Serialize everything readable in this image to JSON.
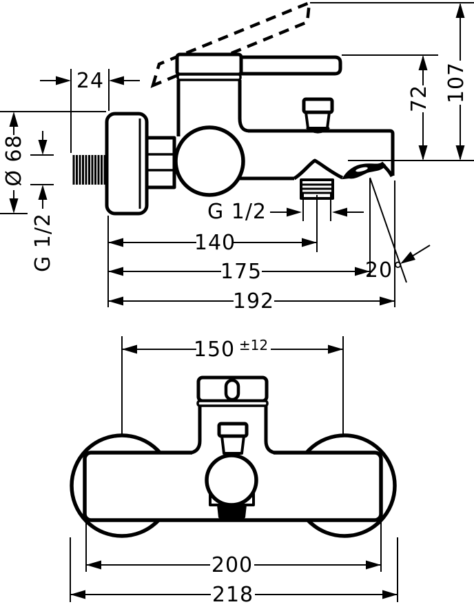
{
  "page": {
    "background": "#ffffff",
    "line_color": "#000000"
  },
  "views": {
    "side": {
      "dims": {
        "protrusion": "24",
        "lever_height": "72",
        "total_height": "107",
        "escutcheon_diameter": "Ø 68",
        "inlet_thread": "G 1/2",
        "outlet_thread": "G 1/2",
        "wall_to_outlet": "140",
        "wall_to_spout_tip": "175",
        "total_depth": "192",
        "spout_angle": "20°"
      }
    },
    "front": {
      "dims": {
        "connection_centers": "150",
        "connection_tolerance": "±12",
        "body_width": "200",
        "overall_width": "218"
      }
    }
  }
}
